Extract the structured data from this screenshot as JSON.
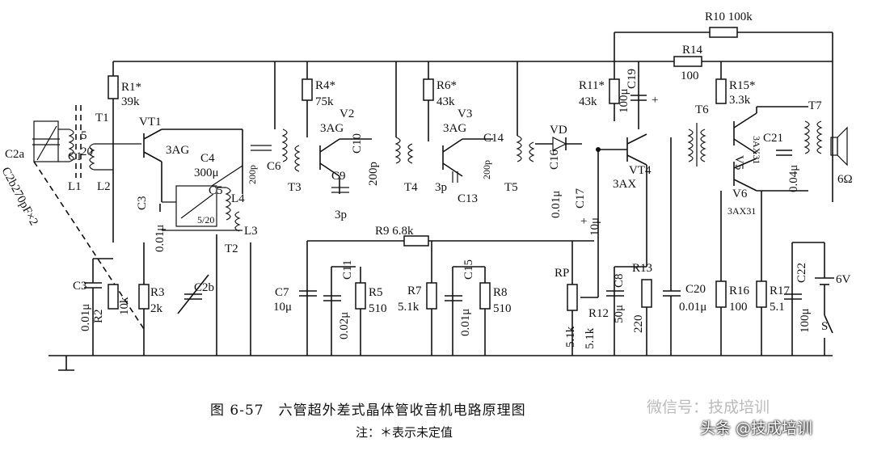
{
  "labels": {
    "c2a": "C2a",
    "c2b270": "C2b270pF×2",
    "c1": "C1",
    "t1": "T1",
    "l1": "L1",
    "l2": "L2",
    "n5": "5",
    "n20": "20",
    "r1": "R1*",
    "r1v": "39k",
    "vt1": "VT1",
    "vt1t": "3AG",
    "c4": "C4",
    "c4v": "300μ",
    "c5": "C5",
    "c5v": "5/20",
    "l4": "L4",
    "l3": "L3",
    "t2": "T2",
    "c3a": "C3",
    "c3av": "0.01μ",
    "c6": "C6",
    "c6v": "200p",
    "t3": "T3",
    "r4": "R4*",
    "r4v": "75k",
    "v2": "V2",
    "v2t": "3AG",
    "c9": "C9",
    "c9v": "3p",
    "c10": "C10",
    "c10v": "200p",
    "t4": "T4",
    "r6": "R6*",
    "r6v": "43k",
    "v3": "V3",
    "v3t": "3AG",
    "c14": "C14",
    "c14v": "200p",
    "c13": "C13",
    "c13v": "3p",
    "t5": "T5",
    "vd": "VD",
    "c16": "C16",
    "c16v": "0.01μ",
    "c17": "C17",
    "c17v": "10μ",
    "r9": "R9 6.8k",
    "r11": "R11*",
    "r11v": "43k",
    "c19": "C19",
    "c19v": "100μ",
    "vt4": "VT4",
    "vt4t": "3AX",
    "t6": "T6",
    "r10": "R10 100k",
    "r14": "R14",
    "r14v": "100",
    "r15": "R15*",
    "r15v": "3.3k",
    "v5": "V5",
    "v5t": "3AX31",
    "v6": "V6",
    "v6t": "3AX31",
    "c21": "C21",
    "c21v": "0.04μ",
    "t7": "T7",
    "spk": "6Ω",
    "c3b": "C3",
    "c3bv": "0.01μ",
    "r2": "R2",
    "r2v": "10k",
    "r3": "R3",
    "r3v": "2k",
    "c2b": "C2b",
    "c7": "C7",
    "c7v": "10μ",
    "c11": "C11",
    "c11v": "0.02μ",
    "r5": "R5",
    "r5v": "510",
    "r7": "R7",
    "r7v": "5.1k",
    "c15": "C15",
    "c15v": "0.01μ",
    "r8": "R8",
    "r8v": "510",
    "rp": "RP",
    "rpv": "5.1k",
    "r12": "R12",
    "r12v": "5.1k",
    "c8": "C8",
    "c8v": "50μ",
    "r13": "R13",
    "r13v": "220",
    "c20": "C20",
    "c20v": "0.01μ",
    "r16": "R16",
    "r16v": "100",
    "r17": "R17",
    "r17v": "5.1",
    "c22": "C22",
    "c22v": "100μ",
    "batt": "6V",
    "sw": "S",
    "plus": "+"
  },
  "caption": "图 6-57　六管超外差式晶体管收音机电路原理图",
  "note": "注：＊表示未定值",
  "watermark_1": "微信号：技成培训",
  "watermark_2": "头条 @技成培训"
}
